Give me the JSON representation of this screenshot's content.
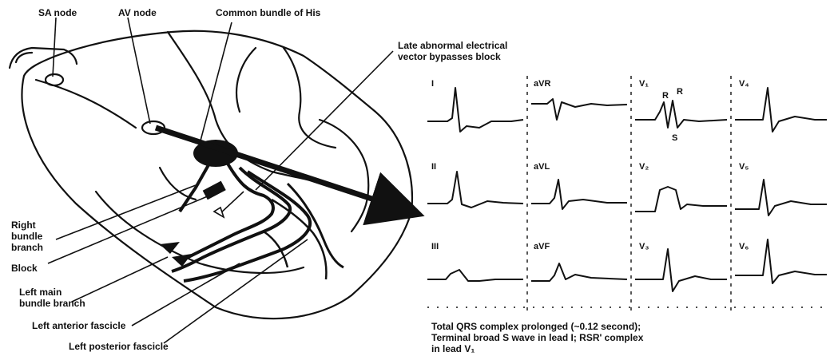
{
  "labels": {
    "sa_node": "SA node",
    "av_node": "AV node",
    "common_bundle": "Common bundle of His",
    "late_vector_line1": "Late abnormal electrical",
    "late_vector_line2": "vector bypasses block",
    "right_bundle_line1": "Right",
    "right_bundle_line2": "bundle",
    "right_bundle_line3": "branch",
    "block": "Block",
    "left_main_line1": "Left main",
    "left_main_line2": "bundle branch",
    "left_anterior": "Left anterior fascicle",
    "left_posterior": "Left posterior fascicle"
  },
  "leads": {
    "I": "I",
    "aVR": "aVR",
    "V1": "V₁",
    "V4": "V₄",
    "II": "II",
    "aVL": "aVL",
    "V2": "V₂",
    "V5": "V₅",
    "III": "III",
    "aVF": "aVF",
    "V3": "V₃",
    "V6": "V₆"
  },
  "waves": {
    "R": "R",
    "R_prime": "R",
    "S": "S"
  },
  "caption": {
    "line1": "Total QRS complex prolonged (~0.12 second);",
    "line2": "Terminal broad S wave in lead I; RSR' complex",
    "line3": "in lead V₁"
  }
}
